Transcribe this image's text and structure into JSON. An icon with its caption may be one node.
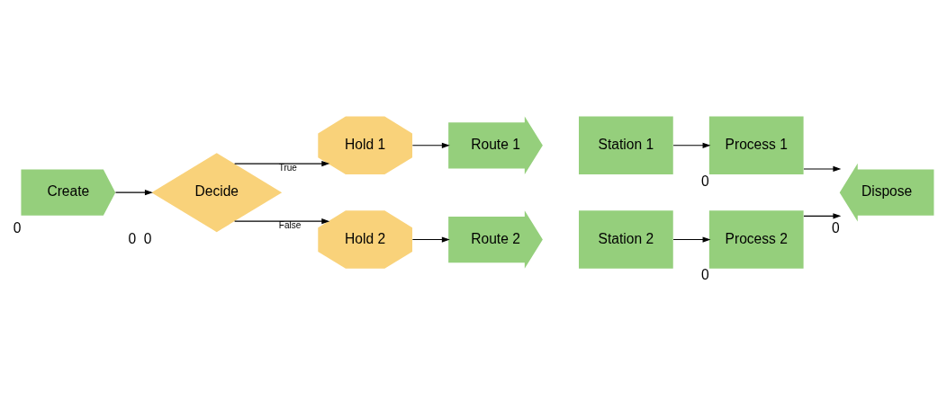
{
  "diagram": {
    "nodes": [
      {
        "text": [
          "Create"
        ],
        "beside": [
          "0"
        ]
      },
      {
        "text": [
          "Decide"
        ],
        "beside": [
          "0",
          "0"
        ]
      },
      {
        "text": [
          "Hold 1"
        ]
      },
      {
        "text": [
          "Hold 2"
        ]
      },
      {
        "text": [
          "Route 1"
        ]
      },
      {
        "text": [
          "Route 2"
        ]
      },
      {
        "text": [
          "Station 1"
        ]
      },
      {
        "text": [
          "Station 2"
        ]
      },
      {
        "text": [
          "Process 1"
        ],
        "beside": [
          "0"
        ]
      },
      {
        "text": [
          "Process 2"
        ],
        "beside": [
          "0"
        ]
      },
      {
        "text": [
          "Dispose"
        ],
        "beside": [
          "0"
        ]
      }
    ],
    "edges": [
      {
        "from": 0,
        "to": 1,
        "arrow": "to"
      },
      {
        "from": 1,
        "to": 2,
        "arrow": "to",
        "label": "True"
      },
      {
        "from": 1,
        "to": 3,
        "arrow": "to",
        "label": "False"
      },
      {
        "from": 2,
        "to": 4,
        "arrow": "to"
      },
      {
        "from": 3,
        "to": 5,
        "arrow": "to"
      },
      {
        "from": 6,
        "to": 8,
        "arrow": "to"
      },
      {
        "from": 7,
        "to": 9,
        "arrow": "to"
      },
      {
        "from": 8,
        "to": 10,
        "arrow": "to"
      },
      {
        "from": 9,
        "to": 10,
        "arrow": "to"
      }
    ]
  }
}
